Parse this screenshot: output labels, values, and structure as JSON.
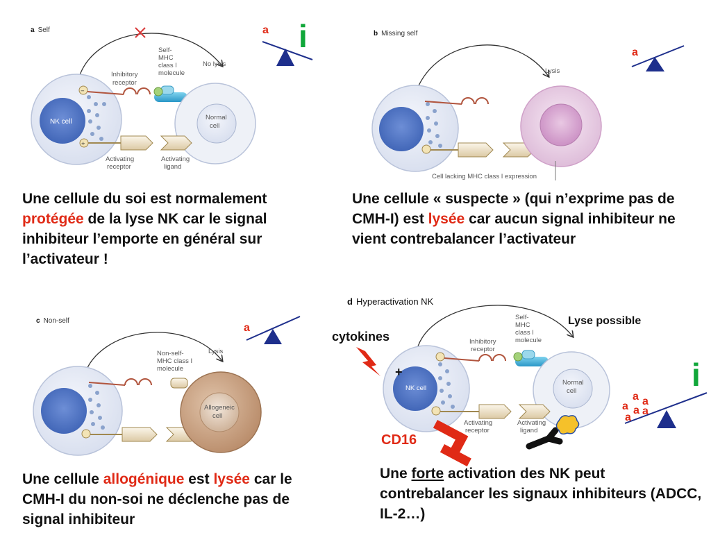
{
  "panels": {
    "a": {
      "letter": "a",
      "title": "Self",
      "inhibitory_receptor": [
        "Inhibitory",
        "receptor"
      ],
      "self_mhc": [
        "Self-",
        "MHC",
        "class I",
        "molecule"
      ],
      "no_lysis": "No lysis",
      "nk_cell": "NK cell",
      "normal_cell": [
        "Normal",
        "cell"
      ],
      "activating_receptor": [
        "Activating",
        "receptor"
      ],
      "activating_ligand": [
        "Activating",
        "ligand"
      ],
      "balance_a": "a",
      "balance_i": "i",
      "caption_parts": [
        "Une cellule du soi est normalement ",
        "protégée",
        " de la lyse NK car le signal inhibiteur l’emporte en général sur l’activateur !"
      ]
    },
    "b": {
      "letter": "b",
      "title": "Missing self",
      "lysis": "Lysis",
      "cell_lacking": "Cell lacking MHC class I expression",
      "balance_a": "a",
      "caption_parts": [
        "Une cellule « suspecte » (qui n’exprime pas de CMH-I) est ",
        "lysée",
        " car aucun signal inhibiteur ne vient contrebalancer l’activateur"
      ]
    },
    "c": {
      "letter": "c",
      "title": "Non-self",
      "lysis": "Lysis",
      "nonself_mhc": [
        "Non-self-",
        "MHC class I",
        "molecule"
      ],
      "allogeneic_cell": [
        "Allogeneic",
        "cell"
      ],
      "balance_a": "a",
      "caption_parts": [
        "Une cellule ",
        "allogénique",
        " est ",
        "lysée",
        " car le CMH-I du non-soi ne déclenche pas de signal inhibiteur"
      ]
    },
    "d": {
      "letter": "d",
      "title": "Hyperactivation NK",
      "lyse_possible": "Lyse possible",
      "cytokines": "cytokines",
      "plus": "+",
      "inhibitory_receptor": [
        "Inhibitory",
        "receptor"
      ],
      "self_mhc": [
        "Self-",
        "MHC",
        "class I",
        "molecule"
      ],
      "nk_cell": "NK cell",
      "normal_cell": [
        "Normal",
        "cell"
      ],
      "activating_receptor": [
        "Activating",
        "receptor"
      ],
      "activating_ligand": [
        "Activating",
        "ligand"
      ],
      "cd16": "CD16",
      "balance_a": "a",
      "balance_i": "i",
      "caption_pre": "Une ",
      "caption_u": "forte",
      "caption_post": " activation des NK peut contrebalancer les signaux inhibiteurs (ADCC, IL-2…)"
    }
  },
  "colors": {
    "accent_red": "#e02a16",
    "green": "#11a73a",
    "balance_blue": "#1e2f8c"
  }
}
